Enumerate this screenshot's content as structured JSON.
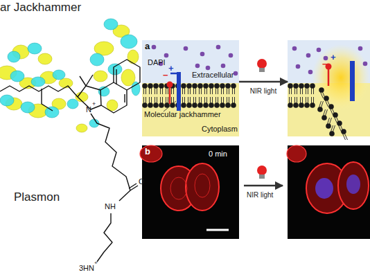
{
  "diagram": {
    "title": "ar Jackhammer",
    "nodes": [
      {
        "text": [
          "a",
          "DAPI",
          "Extracellular",
          "+",
          "−",
          "Molecular jackhammer",
          "Cytoplasm"
        ]
      },
      {
        "text": [
          "+",
          "−"
        ]
      },
      {
        "text": [
          "b",
          "0 min"
        ]
      }
    ],
    "edges": [
      {
        "from": 0,
        "to": 1,
        "arrow": "to",
        "label": "NIR light"
      }
    ],
    "labels": [
      "Plasmon",
      "N",
      "+",
      "O",
      "NH",
      "3HN",
      "+",
      "NIR light"
    ]
  }
}
